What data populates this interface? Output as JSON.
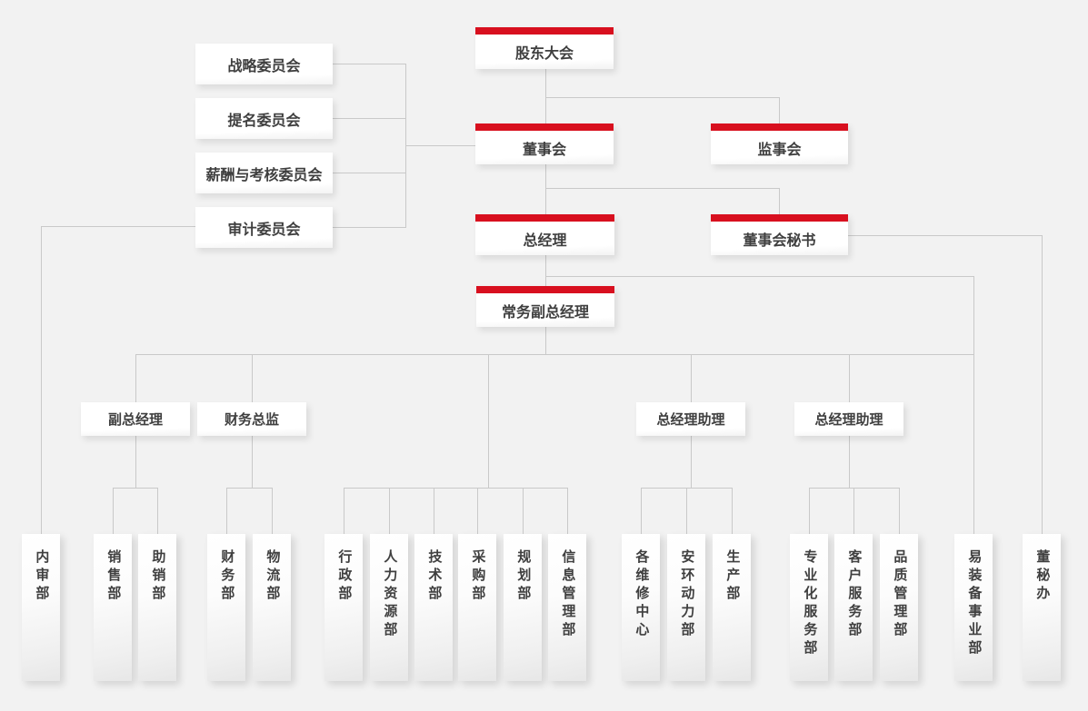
{
  "theme": {
    "background": "#f2f2f2",
    "box_background": "#ffffff",
    "accent_red": "#d8101f",
    "line_color": "#c9c9c9",
    "text_color": "#3f3f3f"
  },
  "nodes": {
    "shareholders_meeting": {
      "label": "股东大会"
    },
    "board_of_directors": {
      "label": "董事会"
    },
    "supervisory_board": {
      "label": "监事会"
    },
    "general_manager": {
      "label": "总经理"
    },
    "board_secretary": {
      "label": "董事会秘书"
    },
    "executive_deputy_gm": {
      "label": "常务副总经理"
    },
    "committees": [
      {
        "label": "战略委员会"
      },
      {
        "label": "提名委员会"
      },
      {
        "label": "薪酬与考核委员会"
      },
      {
        "label": "审计委员会"
      }
    ],
    "managers": [
      {
        "label": "副总经理"
      },
      {
        "label": "财务总监"
      },
      {
        "label": "总经理助理"
      },
      {
        "label": "总经理助理"
      }
    ],
    "departments": [
      {
        "label": "内审部"
      },
      {
        "label": "销售部"
      },
      {
        "label": "助销部"
      },
      {
        "label": "财务部"
      },
      {
        "label": "物流部"
      },
      {
        "label": "行政部"
      },
      {
        "label": "人力资源部"
      },
      {
        "label": "技术部"
      },
      {
        "label": "采购部"
      },
      {
        "label": "规划部"
      },
      {
        "label": "信息管理部"
      },
      {
        "label": "各维修中心"
      },
      {
        "label": "安环动力部"
      },
      {
        "label": "生产部"
      },
      {
        "label": "专业化服务部"
      },
      {
        "label": "客户服务部"
      },
      {
        "label": "品质管理部"
      },
      {
        "label": "易装备事业部"
      },
      {
        "label": "董秘办"
      }
    ]
  }
}
